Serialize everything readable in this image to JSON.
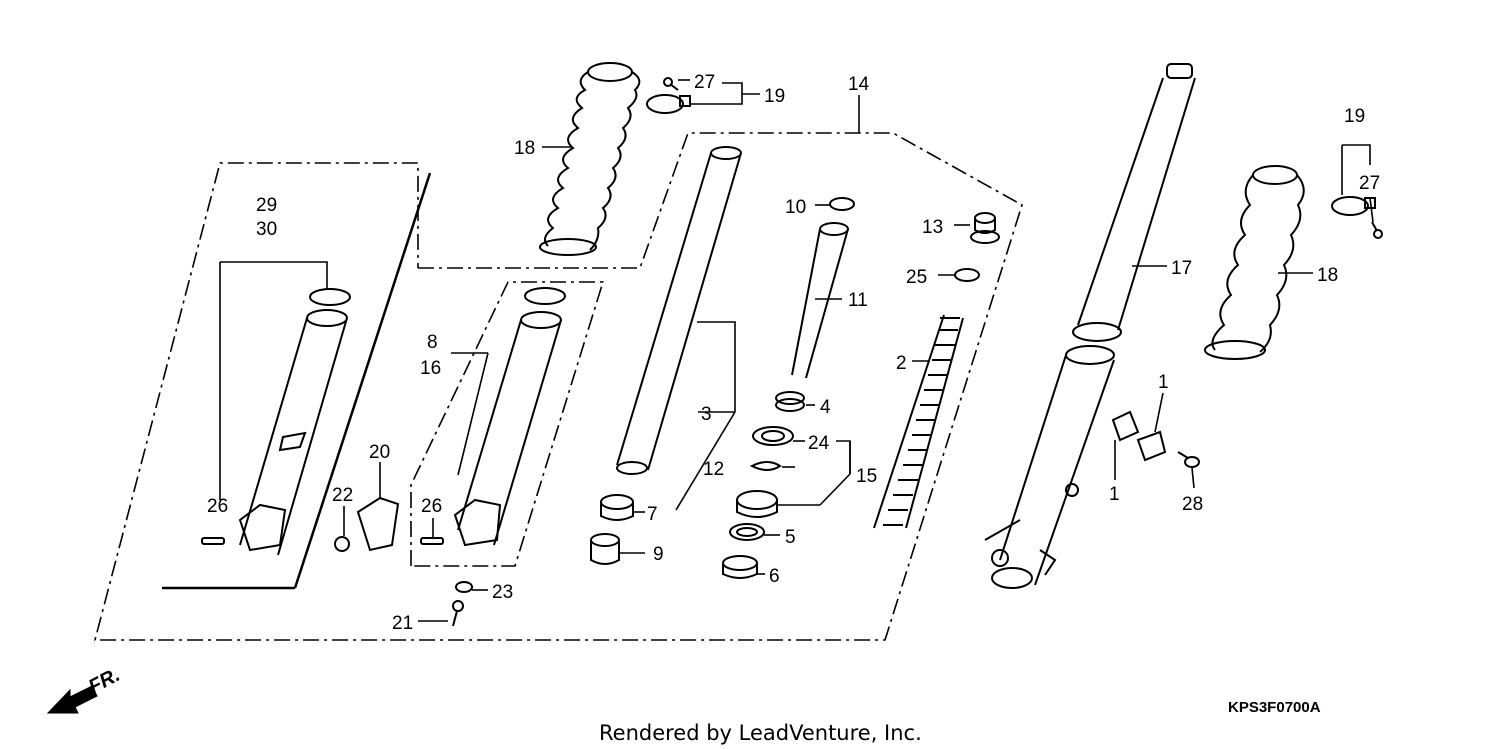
{
  "diagram": {
    "footer": "Rendered by LeadVenture, Inc.",
    "diagram_code": "KPS3F0700A",
    "direction_label": "FR."
  },
  "callouts": {
    "c1a": "1",
    "c1b": "1",
    "c2": "2",
    "c3": "3",
    "c4": "4",
    "c5": "5",
    "c6": "6",
    "c7": "7",
    "c8": "8",
    "c9": "9",
    "c10": "10",
    "c11": "11",
    "c12": "12",
    "c13": "13",
    "c14": "14",
    "c15": "15",
    "c16": "16",
    "c17": "17",
    "c18a": "18",
    "c18b": "18",
    "c19a": "19",
    "c19b": "19",
    "c20": "20",
    "c21": "21",
    "c22": "22",
    "c23": "23",
    "c24": "24",
    "c25": "25",
    "c26a": "26",
    "c26b": "26",
    "c27a": "27",
    "c27b": "27",
    "c28": "28",
    "c29": "29",
    "c30": "30"
  }
}
